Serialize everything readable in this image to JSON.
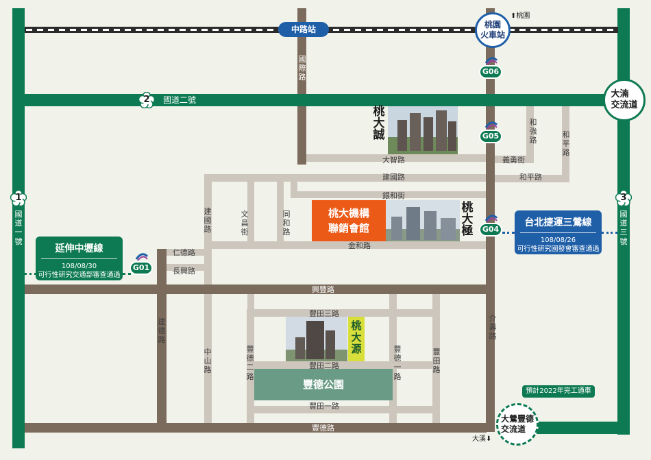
{
  "stations": {
    "zhonglu": "中路站",
    "taoyuan_station": "桃園\n火車站",
    "taoyuan_arrow": "⬆桃園",
    "daxi_arrow": "大溪⬇"
  },
  "mrt": {
    "g01": "G01",
    "g04": "G04",
    "g05": "G05",
    "g06": "G06"
  },
  "highways": {
    "h1_num": "1",
    "h1_name": "國道一號",
    "h2_num": "2",
    "h2_name": "國道二號",
    "h3_num": "3",
    "h3_name": "國道三號"
  },
  "interchanges": {
    "dazhu": "大湳\n交流道",
    "dayingfengde": "大鶯豐德\n交流道",
    "dayingfengde_note": "預計2022年完工通車"
  },
  "roads": {
    "guoji": "國際路",
    "dazhi": "大智路",
    "heqiang": "和強路",
    "heping_v": "和平路",
    "heping_h": "和平路",
    "yiyong": "義勇街",
    "jianguo_h": "建國路",
    "jianguo_v": "建國路",
    "yinhe": "銀和街",
    "wenchang": "文昌街",
    "tonghe": "同和路",
    "jinhe": "金和路",
    "renzhe": "仁德路",
    "changxing": "長興路",
    "xingfeng": "興豐路",
    "fengtian3": "豐田三路",
    "fengtian2": "豐田二路",
    "fengtian1": "豐田一路",
    "fengde1": "豐德一路",
    "fengde2": "豐德二路",
    "fengtian_v": "豐田路",
    "jianxue": "建德路",
    "zhongshan": "中山路",
    "jieshou": "介壽路",
    "fengde": "豐德路"
  },
  "projects": {
    "taocheng": "桃大誠",
    "taoji": "桃大極",
    "taoyuan_src": "桃大源",
    "sales_office": [
      "桃大機構",
      "聯銷會館"
    ]
  },
  "park": "豐德公園",
  "lines": {
    "zhongli_ext": {
      "title": "延伸中壢線",
      "date": "108/08/30",
      "note": "可行性研究交通部審查通過"
    },
    "sanying": {
      "title": "台北捷運三鶯線",
      "date": "108/08/26",
      "note": "可行性研究國發會審查通過"
    }
  },
  "colors": {
    "green": "#0d7a53",
    "blue": "#1f5fa8",
    "orange": "#ec5a17",
    "brown": "#7b6b5c",
    "beige": "#cdc6bd",
    "park": "#6a9b86",
    "yellow": "#d8de3a"
  },
  "icons": {
    "mrt_logo": "mrt-logo-icon",
    "plum_badge": "plum-flower-badge-icon",
    "building_photo": "building-photo"
  }
}
